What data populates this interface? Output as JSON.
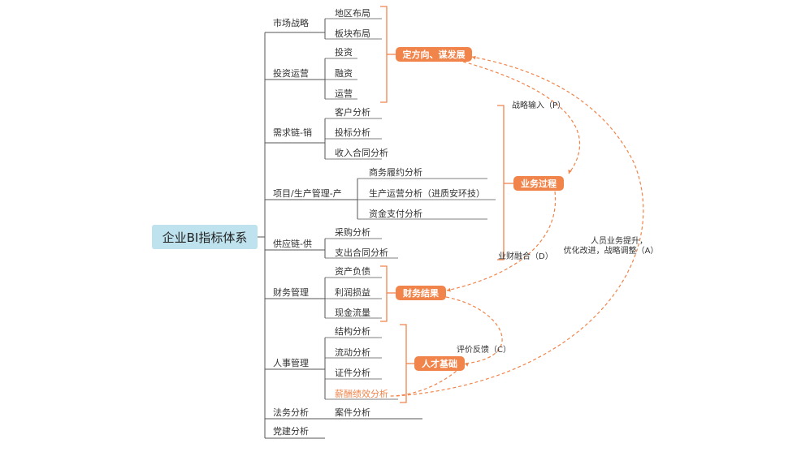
{
  "root": "企业BI指标体系",
  "branches": [
    {
      "label": "市场战略",
      "children": [
        "地区布局",
        "板块布局"
      ]
    },
    {
      "label": "投资运营",
      "children": [
        "投资",
        "融资",
        "运营"
      ]
    },
    {
      "label": "需求链-销",
      "children": [
        "客户分析",
        "投标分析",
        "收入合同分析"
      ]
    },
    {
      "label": "项目/生产管理-产",
      "children": [
        "商务履约分析",
        "生产运营分析（进质安环技）",
        "资金支付分析"
      ]
    },
    {
      "label": "供应链-供",
      "children": [
        "采购分析",
        "支出合同分析"
      ]
    },
    {
      "label": "财务管理",
      "children": [
        "资产负债",
        "利润损益",
        "现金流量"
      ]
    },
    {
      "label": "人事管理",
      "children": [
        "结构分析",
        "流动分析",
        "证件分析",
        "薪酬绩效分析"
      ]
    },
    {
      "label": "法务分析",
      "children": [
        "案件分析"
      ]
    },
    {
      "label": "党建分析",
      "children": []
    }
  ],
  "groups": [
    {
      "label": "定方向、谋发展"
    },
    {
      "label": "业务过程"
    },
    {
      "label": "财务结果"
    },
    {
      "label": "人才基础"
    }
  ],
  "notes": {
    "p": "战略输入（P）",
    "d": "业财融合（D）",
    "c": "评价反馈（C）",
    "a_line1": "人员业务提升，",
    "a_line2": "优化改进，战略调整（A）"
  },
  "colors": {
    "accent": "#f0844a",
    "line": "#555555",
    "root_bg": "#bfe3ee",
    "highlight_text": "#f0844a"
  }
}
